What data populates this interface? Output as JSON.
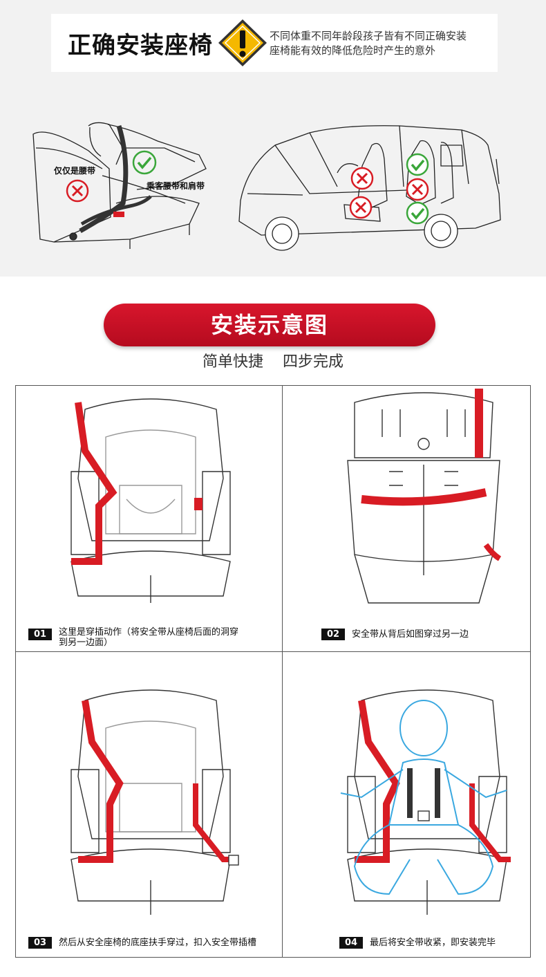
{
  "header": {
    "title": "正确安装座椅",
    "description_line1": "不同体重不同年龄段孩子皆有不同正确安装",
    "description_line2": "座椅能有效的降低危险时产生的意外"
  },
  "seat_belt_illustration": {
    "lap_only_label": "仅仅是腰带",
    "lap_and_shoulder_label": "乘客腰带和肩带"
  },
  "install_section": {
    "title": "安装示意图",
    "subtitle": "简单快捷    四步完成"
  },
  "steps": [
    {
      "number": "01",
      "text_line1": "这里是穿插动作（将安全带从座椅后面的洞穿",
      "text_line2": "到另一边面）"
    },
    {
      "number": "02",
      "text_line1": "安全带从背后如图穿过另一边",
      "text_line2": ""
    },
    {
      "number": "03",
      "text_line1": "然后从安全座椅的底座扶手穿过，扣入安全带插槽",
      "text_line2": ""
    },
    {
      "number": "04",
      "text_line1": "最后将安全带收紧，即安装完毕",
      "text_line2": ""
    }
  ],
  "colors": {
    "belt_red": "#d81c24",
    "check_green": "#3aa63a",
    "cross_red": "#d81c24",
    "warning_yellow": "#f5b800",
    "child_outline_blue": "#3aa8e0"
  },
  "icons": [
    "warning-icon",
    "cross-icon",
    "check-icon"
  ]
}
